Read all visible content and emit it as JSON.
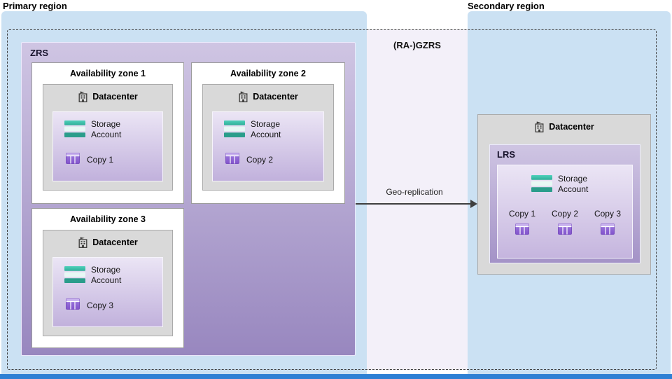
{
  "header": {
    "primary_region": "Primary region",
    "secondary_region": "Secondary region"
  },
  "gzrs": {
    "label": "(RA-)GZRS"
  },
  "zrs": {
    "label": "ZRS",
    "zones": [
      {
        "title": "Availability zone 1",
        "datacenter": "Datacenter",
        "storage_account": "Storage Account",
        "copy": "Copy 1"
      },
      {
        "title": "Availability zone 2",
        "datacenter": "Datacenter",
        "storage_account": "Storage Account",
        "copy": "Copy 2"
      },
      {
        "title": "Availability zone 3",
        "datacenter": "Datacenter",
        "storage_account": "Storage Account",
        "copy": "Copy 3"
      }
    ]
  },
  "arrow": {
    "label": "Geo-replication"
  },
  "secondary": {
    "datacenter": "Datacenter",
    "lrs_label": "LRS",
    "storage_account": "Storage Account",
    "copies": [
      "Copy 1",
      "Copy 2",
      "Copy 3"
    ]
  },
  "icons": {
    "datacenter": "datacenter-building-icon",
    "storage_account": "storage-account-icon",
    "copy": "table-copy-icon"
  },
  "colors": {
    "region_fill": "#cbe1f3",
    "zrs_gradient_top": "#cfc5e3",
    "zrs_gradient_bottom": "#9887bf",
    "inner_gradient_top": "#ebe5f5",
    "inner_gradient_bottom": "#c1b1dc",
    "datacenter_fill": "#d9d9d9",
    "storage_teal": "#36b3a0",
    "copy_purple": "#8a5fd0",
    "arrow": "#3f3f3f",
    "dashed_border": "#404040",
    "bottom_bar": "#2e80d4"
  }
}
